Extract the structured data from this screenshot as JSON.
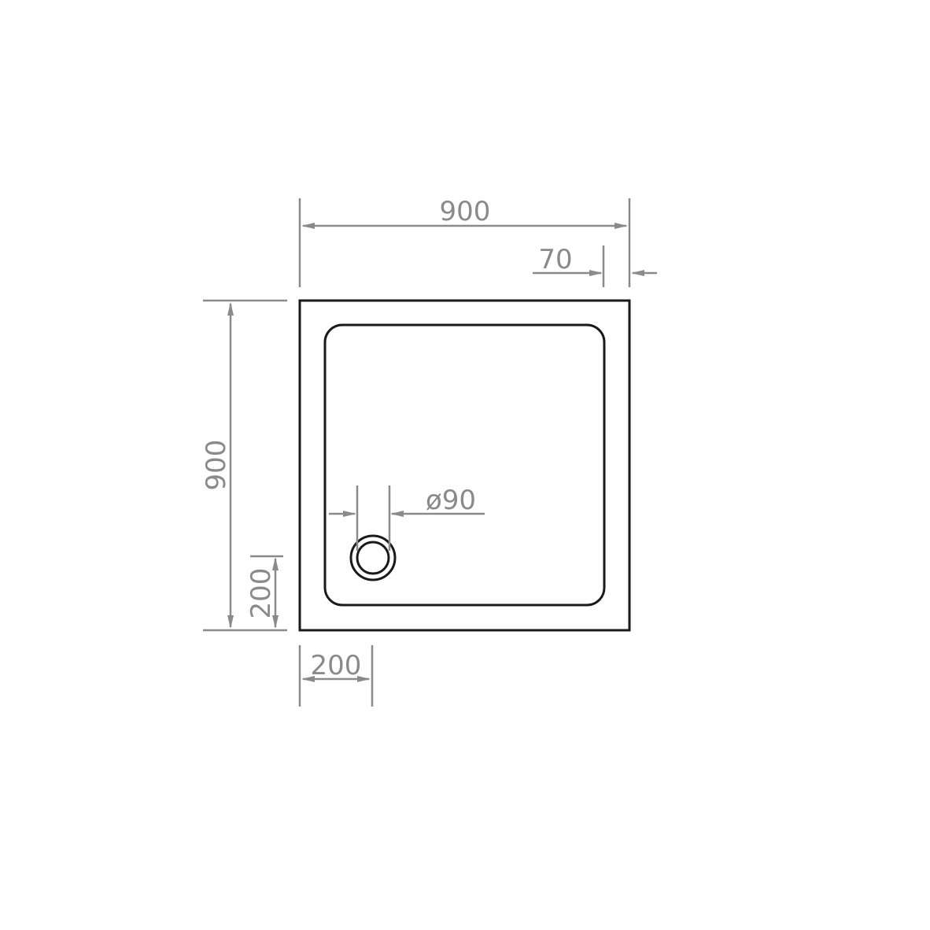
{
  "diagram": {
    "dimensions": {
      "overall_width": "900",
      "overall_depth": "900",
      "rim_width": "70",
      "waste_diameter": "ø90",
      "waste_offset_x": "200",
      "waste_offset_y": "200"
    },
    "colors": {
      "outline": "#1a1a1a",
      "dimension": "#8a8a8a",
      "background": "#ffffff"
    }
  }
}
